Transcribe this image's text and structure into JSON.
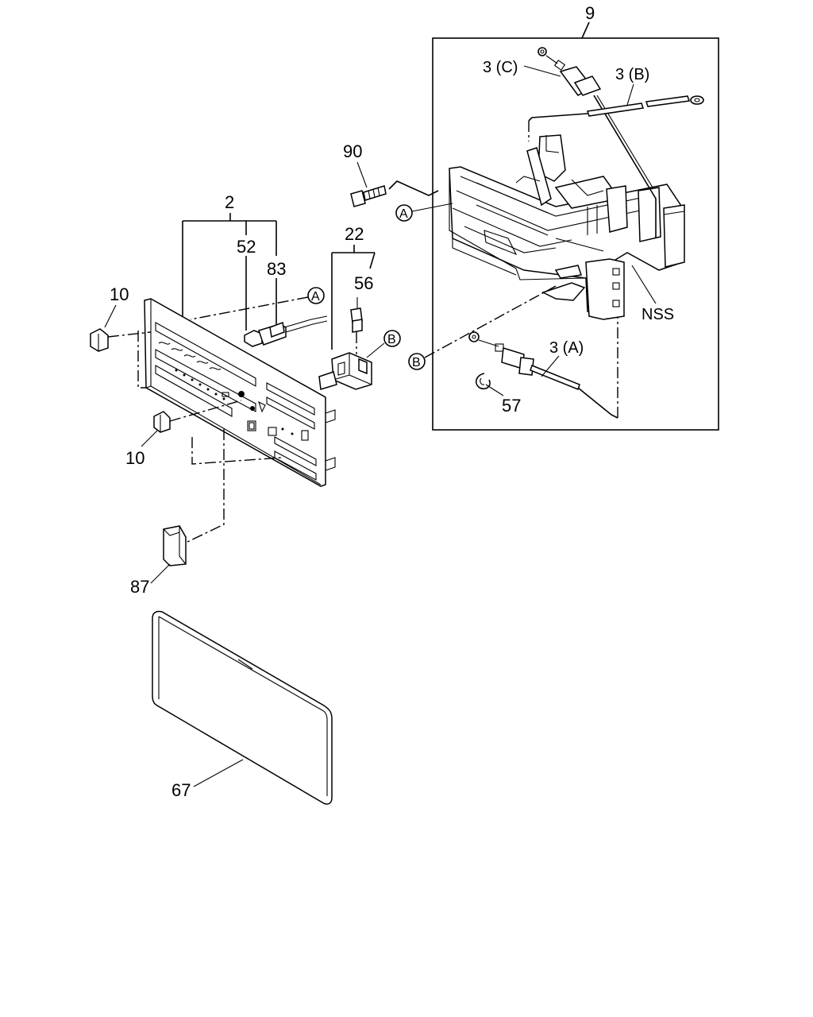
{
  "labels": {
    "p9": "9",
    "p3c": "3 (C)",
    "p3b": "3 (B)",
    "p90": "90",
    "p2": "2",
    "p52": "52",
    "p83": "83",
    "p22": "22",
    "p56": "56",
    "p10a": "10",
    "p10b": "10",
    "p3a": "3 (A)",
    "p57": "57",
    "nss": "NSS",
    "p87": "87",
    "p67": "67"
  },
  "refs": {
    "a": "A",
    "b": "B"
  }
}
